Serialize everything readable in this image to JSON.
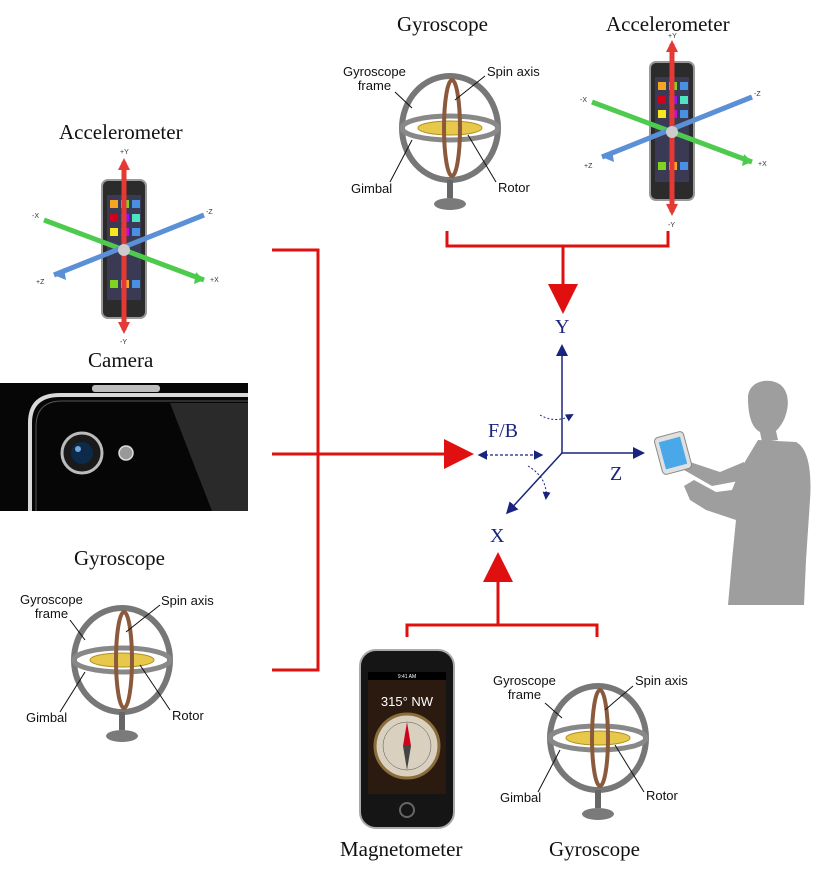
{
  "sensors": {
    "accelerometer_left": {
      "title": "Accelerometer",
      "axis_labels": [
        "+Y",
        "-Y",
        "+X",
        "-X",
        "+Z",
        "-Z"
      ]
    },
    "camera": {
      "title": "Camera"
    },
    "gyroscope_left": {
      "title": "Gyroscope",
      "labels": {
        "frame": "Gyroscope frame",
        "spin_axis": "Spin axis",
        "gimbal": "Gimbal",
        "rotor": "Rotor"
      }
    },
    "gyroscope_top": {
      "title": "Gyroscope",
      "labels": {
        "frame": "Gyroscope frame",
        "spin_axis": "Spin axis",
        "gimbal": "Gimbal",
        "rotor": "Rotor"
      }
    },
    "accelerometer_top": {
      "title": "Accelerometer",
      "axis_labels": [
        "+Y",
        "-Y",
        "+X",
        "-X",
        "+Z",
        "-Z"
      ]
    },
    "magnetometer": {
      "title": "Magnetometer",
      "heading": "315° NW",
      "time": "9:41 AM"
    },
    "gyroscope_bottom": {
      "title": "Gyroscope",
      "labels": {
        "frame": "Gyroscope frame",
        "spin_axis": "Spin axis",
        "gimbal": "Gimbal",
        "rotor": "Rotor"
      }
    }
  },
  "axes": {
    "y": "Y",
    "z": "Z",
    "x": "X",
    "fb": "F/B"
  },
  "colors": {
    "connector": "#e01010",
    "axis": "#1a237e",
    "person": "#9e9e9e"
  }
}
